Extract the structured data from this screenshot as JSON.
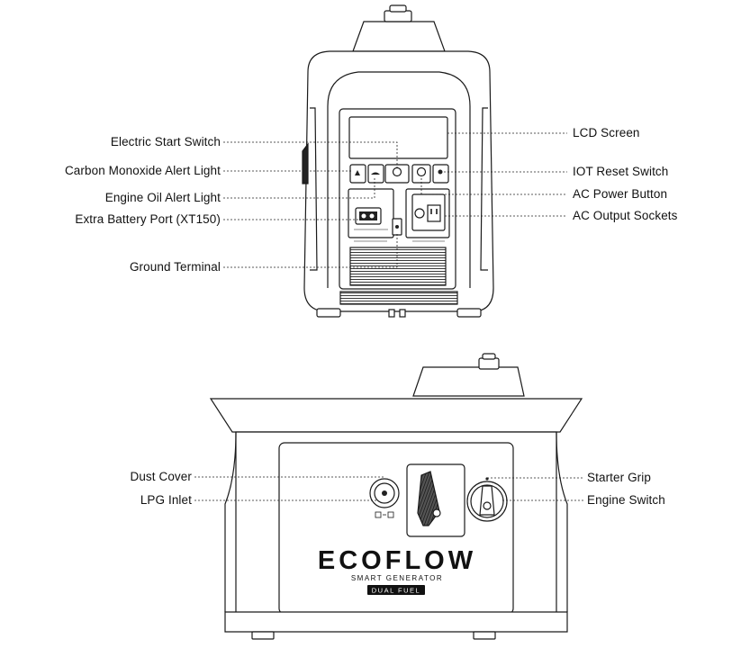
{
  "front_view": {
    "callouts_left": [
      {
        "id": "electric-start-switch",
        "label": "Electric Start Switch"
      },
      {
        "id": "carbon-monoxide-alert-light",
        "label": "Carbon Monoxide Alert Light"
      },
      {
        "id": "engine-oil-alert-light",
        "label": "Engine Oil Alert Light"
      },
      {
        "id": "extra-battery-port",
        "label": "Extra Battery Port (XT150)"
      },
      {
        "id": "ground-terminal",
        "label": "Ground Terminal"
      }
    ],
    "callouts_right": [
      {
        "id": "lcd-screen",
        "label": "LCD Screen"
      },
      {
        "id": "iot-reset-switch",
        "label": "IOT Reset Switch"
      },
      {
        "id": "ac-power-button",
        "label": "AC Power Button"
      },
      {
        "id": "ac-output-sockets",
        "label": "AC Output Sockets"
      }
    ]
  },
  "side_view": {
    "callouts_left": [
      {
        "id": "dust-cover",
        "label": "Dust Cover"
      },
      {
        "id": "lpg-inlet",
        "label": "LPG Inlet"
      }
    ],
    "callouts_right": [
      {
        "id": "starter-grip",
        "label": "Starter Grip"
      },
      {
        "id": "engine-switch",
        "label": "Engine Switch"
      }
    ],
    "brand": {
      "logo": "ECOFLOW",
      "tagline": "SMART GENERATOR",
      "badge": "DUAL FUEL"
    }
  }
}
